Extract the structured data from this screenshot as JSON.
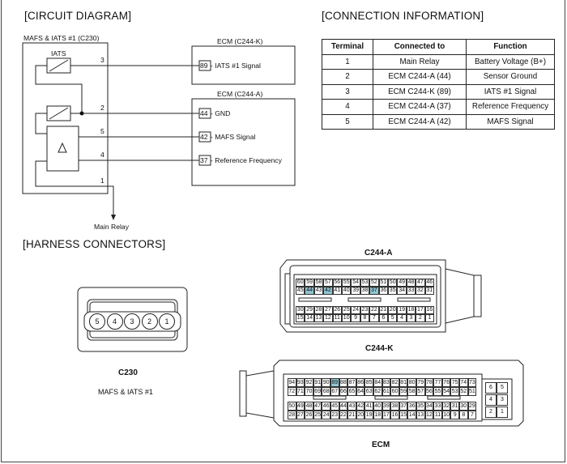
{
  "circuit": {
    "title": "[CIRCUIT DIAGRAM]",
    "sensor_label": "MAFS & IATS #1 (C230)",
    "iats_label": "IATS",
    "wire_numbers": [
      "3",
      "2",
      "5",
      "4",
      "1"
    ],
    "main_relay": "Main Relay",
    "ecm_k_label": "ECM (C244-K)",
    "ecm_a_label": "ECM (C244-A)",
    "ecm_k_pin": "89",
    "ecm_k_signal": " - IATS #1 Signal",
    "ecm_a_pins": [
      {
        "num": "44",
        "text": " - GND"
      },
      {
        "num": "42",
        "text": " - MAFS Signal"
      },
      {
        "num": "37",
        "text": " - Reference Frequency"
      }
    ]
  },
  "connection": {
    "title": "[CONNECTION INFORMATION]",
    "headers": [
      "Terminal",
      "Connected to",
      "Function"
    ],
    "rows": [
      [
        "1",
        "Main Relay",
        "Battery Voltage (B+)"
      ],
      [
        "2",
        "ECM C244-A (44)",
        "Sensor Ground"
      ],
      [
        "3",
        "ECM C244-K (89)",
        "IATS #1 Signal"
      ],
      [
        "4",
        "ECM C244-A (37)",
        "Reference Frequency"
      ],
      [
        "5",
        "ECM C244-A (42)",
        "MAFS Signal"
      ]
    ]
  },
  "harness": {
    "title": "[HARNESS CONNECTORS]",
    "c230_pins": [
      "5",
      "4",
      "3",
      "2",
      "1"
    ],
    "c230_name": "C230",
    "c230_desc": "MAFS & IATS #1",
    "c244a_name": "C244-A",
    "c244k_name": "C244-K",
    "ecm_label": "ECM",
    "c244a_rows": [
      [
        "60",
        "59",
        "58",
        "57",
        "56",
        "55",
        "54",
        "53",
        "52",
        "51",
        "50",
        "49",
        "48",
        "47",
        "46"
      ],
      [
        "45",
        "44",
        "43",
        "42",
        "41",
        "40",
        "39",
        "38",
        "37",
        "36",
        "35",
        "34",
        "33",
        "32",
        "31"
      ],
      [
        "30",
        "29",
        "28",
        "27",
        "26",
        "25",
        "24",
        "23",
        "22",
        "21",
        "20",
        "19",
        "18",
        "17",
        "16"
      ],
      [
        "15",
        "14",
        "13",
        "12",
        "11",
        "10",
        "9",
        "8",
        "7",
        "6",
        "5",
        "4",
        "3",
        "2",
        "1"
      ]
    ],
    "c244k_rows": [
      [
        "94",
        "93",
        "92",
        "91",
        "90",
        "89",
        "88",
        "87",
        "86",
        "85",
        "84",
        "83",
        "82",
        "81",
        "80",
        "79",
        "78",
        "77",
        "76",
        "75",
        "74",
        "73"
      ],
      [
        "72",
        "71",
        "70",
        "69",
        "68",
        "67",
        "66",
        "65",
        "64",
        "63",
        "62",
        "61",
        "60",
        "59",
        "58",
        "57",
        "56",
        "55",
        "54",
        "53",
        "52",
        "51"
      ],
      [
        "50",
        "49",
        "48",
        "47",
        "46",
        "45",
        "44",
        "43",
        "42",
        "41",
        "40",
        "39",
        "38",
        "37",
        "36",
        "35",
        "34",
        "33",
        "32",
        "31",
        "30",
        "29"
      ],
      [
        "28",
        "27",
        "26",
        "25",
        "24",
        "23",
        "22",
        "21",
        "20",
        "19",
        "18",
        "17",
        "16",
        "15",
        "14",
        "13",
        "12",
        "11",
        "10",
        "9",
        "8",
        "7"
      ]
    ],
    "c244k_side": [
      [
        "6",
        "5"
      ],
      [
        "4",
        "3"
      ],
      [
        "2",
        "1"
      ]
    ],
    "highlight_a": [
      "44",
      "42",
      "37"
    ],
    "highlight_k": [
      "89"
    ],
    "highlight_color": "#8fc6d3"
  }
}
